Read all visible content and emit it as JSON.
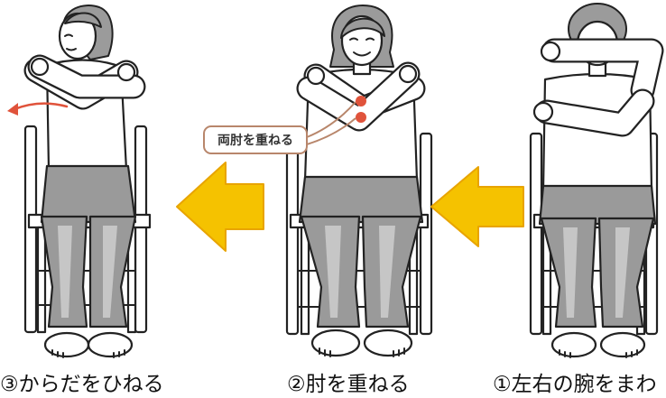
{
  "captions": {
    "step3": "③からだをひねる",
    "step2": "②肘を重ねる",
    "step1": "①左右の腕をまわ"
  },
  "callout": {
    "label": "両肘を重ねる"
  },
  "colors": {
    "arrow_fill": "#f5c200",
    "arrow_stroke": "#e8a400",
    "elbow_marker": "#e0533b",
    "twist_arrow": "#e0533b",
    "pants": "#9a9a9a",
    "hair": "#9b9b9b",
    "callout_border": "#b8866b"
  },
  "icons": {
    "step_arrow": "left-arrow-icon",
    "twist_direction": "curved-arrow-icon"
  }
}
